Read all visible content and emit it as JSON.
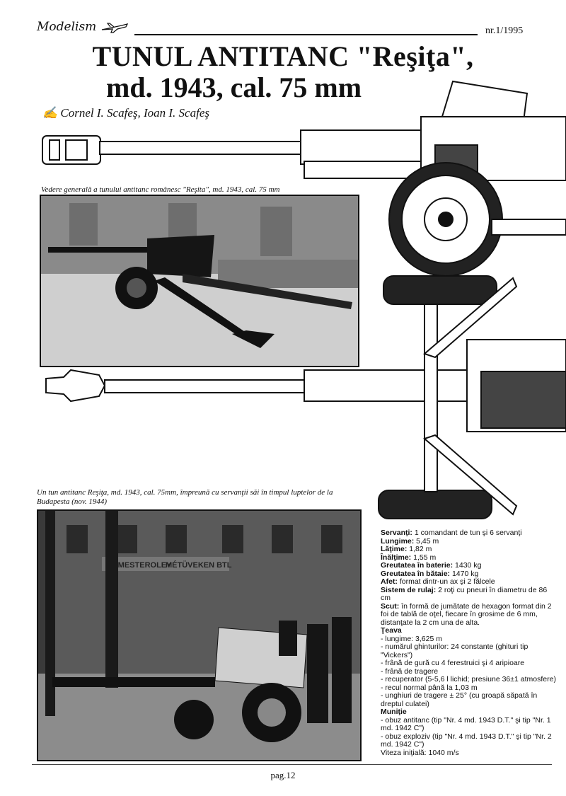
{
  "header": {
    "logo": "Modelism",
    "issue": "nr.1/1995"
  },
  "title": {
    "line1": "TUNUL ANTITANC \"Reşiţa\",",
    "line2": "md. 1943, cal. 75 mm"
  },
  "authors": "Cornel I. Scafeş, Ioan I. Scafeş",
  "captions": {
    "photo1": "Vedere generală a tunului antitanc românesc \"Reşita\", md. 1943, cal. 75 mm",
    "photo2": "Un tun antitanc Reşiţa, md. 1943, cal. 75mm, împreună cu servanţii săi în timpul luptelor de la Budapesta (nov. 1944)"
  },
  "photo2_signs": {
    "sign1": "SEMESTEROLEY",
    "sign2": "MÉTÜVEKEN BTL"
  },
  "specs": [
    {
      "k": "Servanţi:",
      "v": " 1 comandant de tun şi 6 servanţi"
    },
    {
      "k": "Lungime:",
      "v": " 5,45 m"
    },
    {
      "k": "Lăţime:",
      "v": " 1,82 m"
    },
    {
      "k": "Înălţime:",
      "v": " 1,55 m"
    },
    {
      "k": "Greutatea în baterie:",
      "v": " 1430 kg"
    },
    {
      "k": "Greutatea în bătaie:",
      "v": " 1470 kg"
    },
    {
      "k": "Afet:",
      "v": " format dintr-un ax şi 2 fălcele"
    },
    {
      "k": "Sistem de rulaj:",
      "v": " 2 roţi cu pneuri în diametru de 86 cm"
    },
    {
      "k": "Scut:",
      "v": " în formă de jumătate de hexagon format din 2 foi de tablă de oţel, fiecare în grosime de 6 mm, distanţate la 2 cm una de alta."
    },
    {
      "k": "Ţeava",
      "v": ""
    },
    {
      "k": "",
      "v": "- lungime: 3,625 m"
    },
    {
      "k": "",
      "v": "- numărul ghinturilor: 24 constante (ghituri tip \"Vickers\")"
    },
    {
      "k": "",
      "v": "- frână de gură cu 4 ferestruici şi 4 aripioare"
    },
    {
      "k": "",
      "v": "- frână de tragere"
    },
    {
      "k": "",
      "v": "- recuperator (5-5,6 l lichid; presiune 36±1 atmosfere)"
    },
    {
      "k": "",
      "v": "- recul normal până la 1,03 m"
    },
    {
      "k": "",
      "v": "- unghiuri de tragere ± 25° (cu groapă săpată în dreptul culatei)"
    },
    {
      "k": "Muniţie",
      "v": ""
    },
    {
      "k": "",
      "v": "- obuz antitanc (tip \"Nr. 4 md. 1943 D.T.\" şi tip \"Nr. 1 md. 1942 C\")"
    },
    {
      "k": "",
      "v": "- obuz exploziv (tip \"Nr. 4 md. 1943 D.T.\" şi tip \"Nr. 2 md. 1942 C\")"
    },
    {
      "k": "",
      "v": "Viteza iniţială: 1040 m/s"
    }
  ],
  "footer": {
    "page": "pag.12"
  }
}
